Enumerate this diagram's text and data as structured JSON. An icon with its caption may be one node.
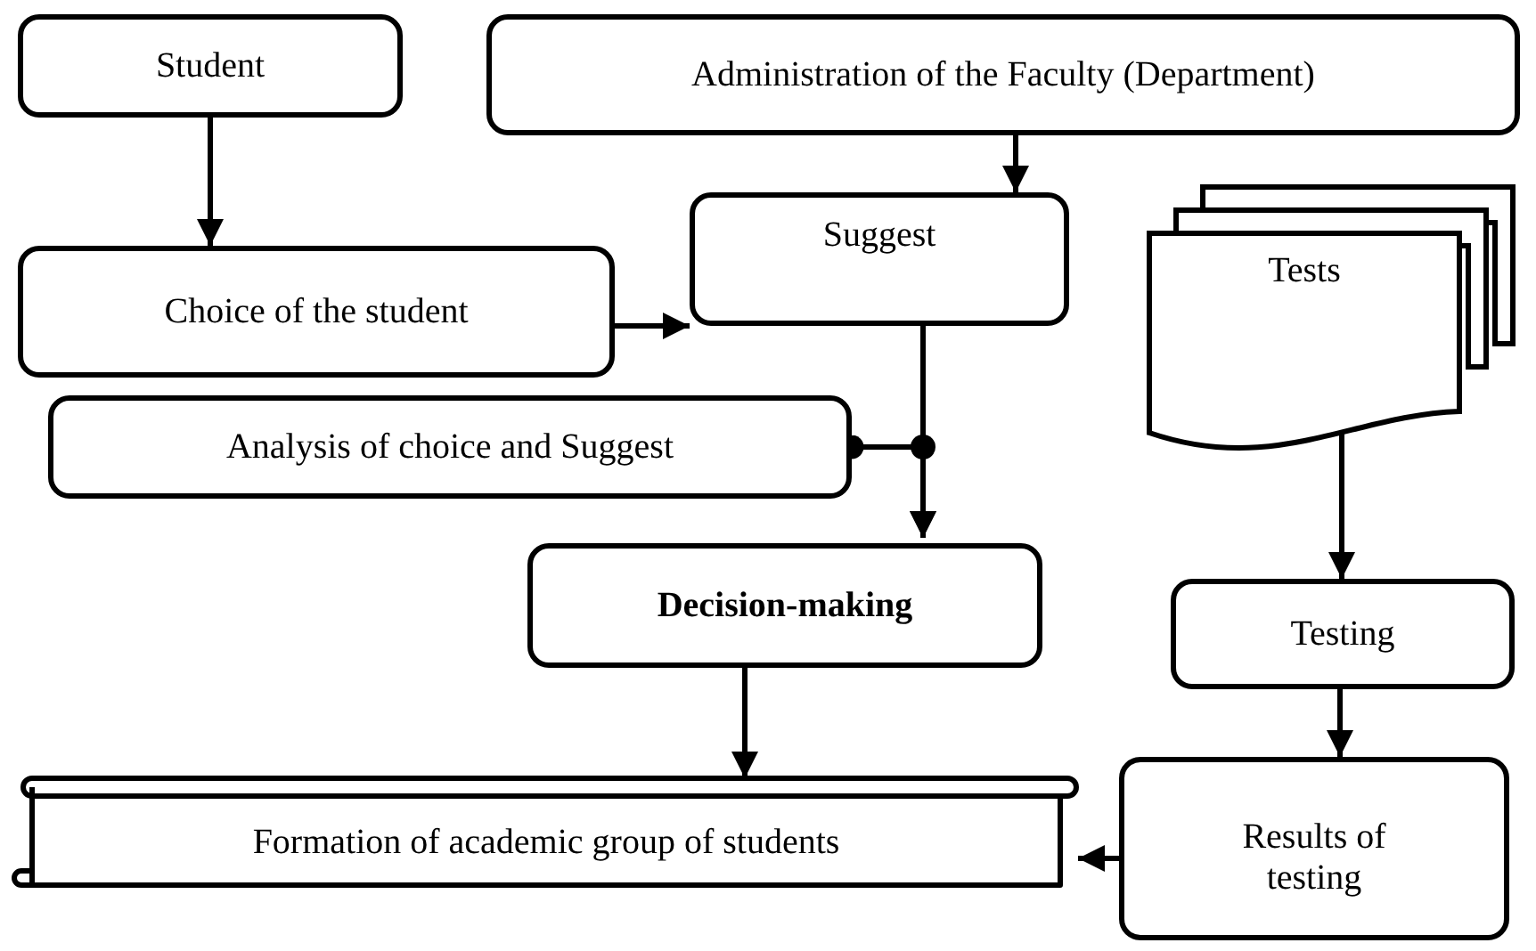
{
  "diagram": {
    "nodes": [
      {
        "text": [
          "Student"
        ]
      },
      {
        "text": [
          "Administration of the Faculty (Department)"
        ]
      },
      {
        "text": [
          "Choice of the student"
        ]
      },
      {
        "text": [
          "Suggest"
        ]
      },
      {
        "text": [
          "Analysis of choice and Suggest"
        ]
      },
      {
        "text": [
          "Tests"
        ]
      },
      {
        "text": [
          "Decision-making"
        ]
      },
      {
        "text": [
          "Testing"
        ]
      },
      {
        "text": [
          "Formation of academic group of students"
        ]
      },
      {
        "text": [
          "Results of testing"
        ]
      }
    ],
    "edges": [
      {
        "from": 0,
        "to": 2,
        "arrow": "to"
      },
      {
        "from": 1,
        "to": 3,
        "arrow": "to"
      },
      {
        "from": 2,
        "to": 3,
        "arrow": "to"
      },
      {
        "from": 3,
        "to": 6,
        "arrow": "to"
      },
      {
        "from": 4,
        "to": 6,
        "arrow": "to"
      },
      {
        "from": 5,
        "to": 7,
        "arrow": "to"
      },
      {
        "from": 6,
        "to": 8,
        "arrow": "to"
      },
      {
        "from": 7,
        "to": 9,
        "arrow": "to"
      },
      {
        "from": 9,
        "to": 8,
        "arrow": "to"
      }
    ]
  }
}
